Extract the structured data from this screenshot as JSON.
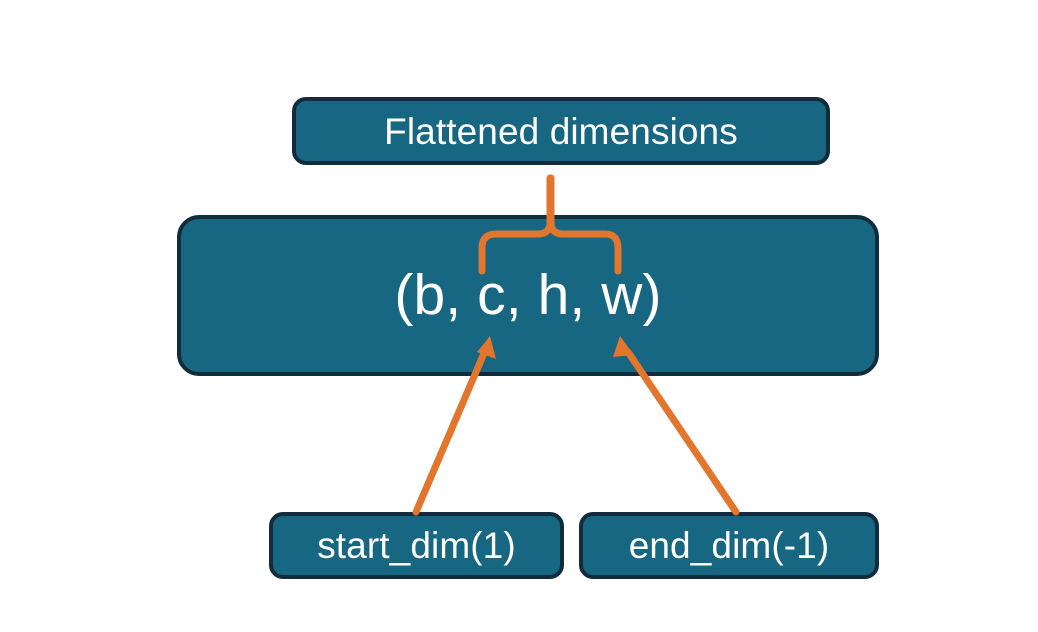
{
  "diagram": {
    "title": "Flatten start_dim / end_dim illustration",
    "colors": {
      "node_fill": "#176682",
      "node_border": "#122B3D",
      "node_text": "#FFFFFF",
      "accent_orange": "#E2762C",
      "background": "#FFFFFF"
    },
    "nodes": {
      "flattened": {
        "label": "Flattened dimensions"
      },
      "shape": {
        "label": "(b, c, h, w)"
      },
      "start_dim": {
        "label": "start_dim(1)"
      },
      "end_dim": {
        "label": "end_dim(-1)"
      }
    },
    "connectors": [
      {
        "name": "brace-over-chw",
        "type": "curly-brace",
        "from": "shape",
        "to": "flattened",
        "color": "#E2762C",
        "spans": "c, h, w"
      },
      {
        "name": "arrow-start-dim",
        "type": "arrow",
        "from": "start_dim",
        "to": "shape",
        "color": "#E2762C",
        "points_at": "c"
      },
      {
        "name": "arrow-end-dim",
        "type": "arrow",
        "from": "end_dim",
        "to": "shape",
        "color": "#E2762C",
        "points_at": "w"
      }
    ]
  }
}
